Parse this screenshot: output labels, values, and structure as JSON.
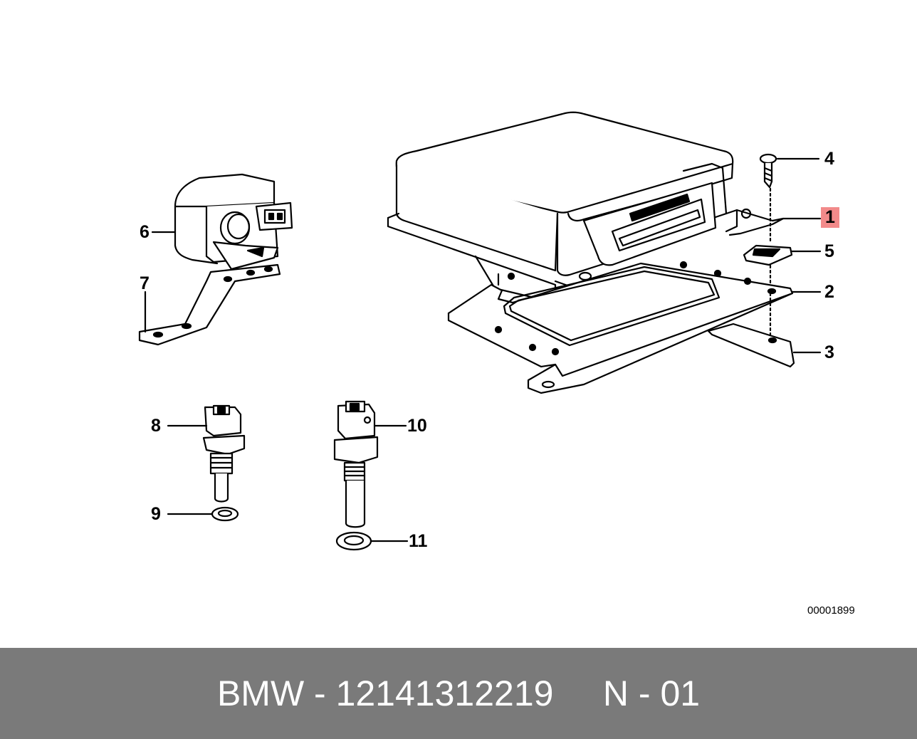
{
  "diagram": {
    "callouts": [
      {
        "id": "4",
        "label": "4"
      },
      {
        "id": "1",
        "label": "1",
        "highlighted": true
      },
      {
        "id": "5",
        "label": "5"
      },
      {
        "id": "2",
        "label": "2"
      },
      {
        "id": "3",
        "label": "3"
      },
      {
        "id": "6",
        "label": "6"
      },
      {
        "id": "7",
        "label": "7"
      },
      {
        "id": "8",
        "label": "8"
      },
      {
        "id": "9",
        "label": "9"
      },
      {
        "id": "10",
        "label": "10"
      },
      {
        "id": "11",
        "label": "11"
      }
    ],
    "reference_number": "00001899",
    "highlight_color": "#f28a8a"
  },
  "footer": {
    "text": "BMW - 12141312219     N - 01",
    "background": "#7a7a7a",
    "text_color": "#ffffff"
  }
}
